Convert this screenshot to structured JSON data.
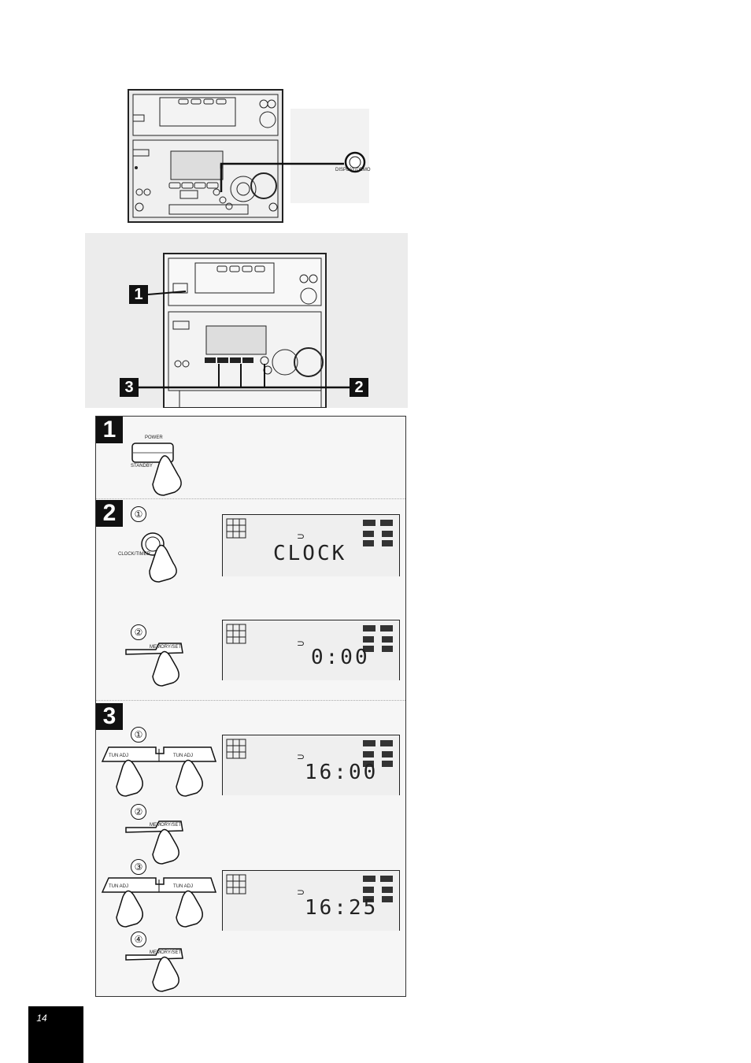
{
  "figure_top": {
    "button_label": "DISPLAY/DEMO"
  },
  "figure_front": {
    "callouts": [
      "1",
      "2",
      "3"
    ]
  },
  "section1": {
    "badge": "1",
    "power_label": "POWER",
    "standby_label": "STANDBY"
  },
  "section2": {
    "badge": "2",
    "steps": [
      {
        "num": "①",
        "button_label": "CLOCK/TIMER",
        "display": "CLOCK"
      },
      {
        "num": "②",
        "button_label": "MEMORY/SET",
        "display": "0:00"
      }
    ]
  },
  "section3": {
    "badge": "3",
    "steps": [
      {
        "num": "①",
        "left_label": "TUN ADJ",
        "right_label": "TUN ADJ",
        "display": "16:00"
      },
      {
        "num": "②",
        "button_label": "MEMORY/SET"
      },
      {
        "num": "③",
        "left_label": "TUN ADJ",
        "right_label": "TUN ADJ",
        "display": "16:25"
      },
      {
        "num": "④",
        "button_label": "MEMORY/SET"
      }
    ]
  },
  "page": {
    "number": "14"
  }
}
